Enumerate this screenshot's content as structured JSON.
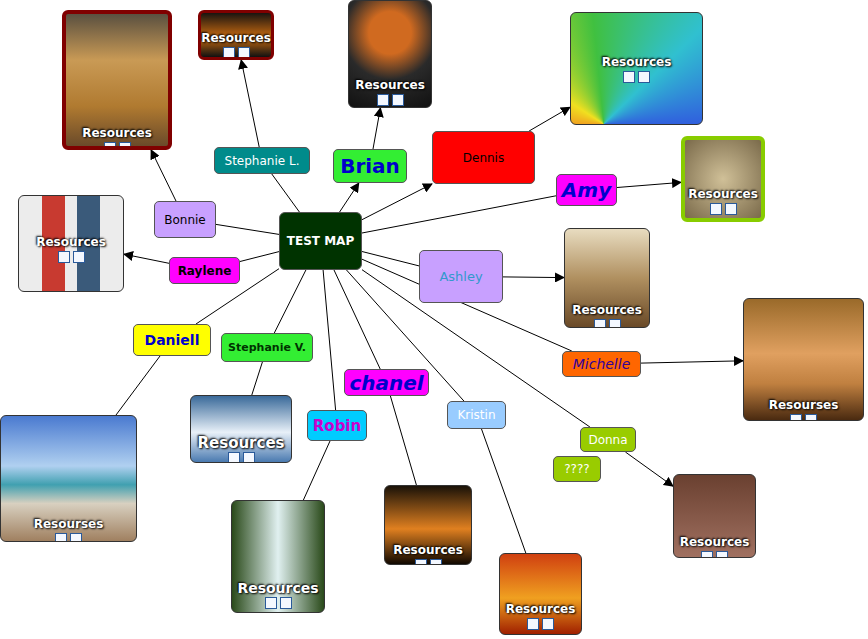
{
  "diagram": {
    "nodes": [
      {
        "text": [
          "TEST MAP"
        ]
      },
      {
        "text": [
          "Bonnie"
        ]
      },
      {
        "text": [
          "Stephanie L."
        ]
      },
      {
        "text": [
          "Brian"
        ]
      },
      {
        "text": [
          "Dennis"
        ]
      },
      {
        "text": [
          "Amy"
        ]
      },
      {
        "text": [
          "Raylene"
        ]
      },
      {
        "text": [
          "Ashley"
        ]
      },
      {
        "text": [
          "Michelle"
        ]
      },
      {
        "text": [
          "Daniell"
        ]
      },
      {
        "text": [
          "Stephanie V."
        ]
      },
      {
        "text": [
          "chanel"
        ]
      },
      {
        "text": [
          "Robin"
        ]
      },
      {
        "text": [
          "Kristin"
        ]
      },
      {
        "text": [
          "Donna"
        ]
      },
      {
        "text": [
          "????"
        ]
      },
      {
        "text": [
          "Resources"
        ]
      },
      {
        "text": [
          "Resources"
        ]
      },
      {
        "text": [
          "Resources"
        ]
      },
      {
        "text": [
          "Resources"
        ]
      },
      {
        "text": [
          "Resources"
        ]
      },
      {
        "text": [
          "Resources"
        ]
      },
      {
        "text": [
          "Resources"
        ]
      },
      {
        "text": [
          "Resourses"
        ]
      },
      {
        "text": [
          "Resourses"
        ]
      },
      {
        "text": [
          "Resources"
        ]
      },
      {
        "text": [
          "Resources"
        ]
      },
      {
        "text": [
          "Resources"
        ]
      },
      {
        "text": [
          "Resources"
        ]
      },
      {
        "text": [
          "Resources"
        ]
      }
    ],
    "edges": [
      {
        "from": 0,
        "to": 1,
        "arrow": "none"
      },
      {
        "from": 0,
        "to": 2,
        "arrow": "none"
      },
      {
        "from": 0,
        "to": 3,
        "arrow": "to"
      },
      {
        "from": 0,
        "to": 4,
        "arrow": "to"
      },
      {
        "from": 0,
        "to": 5,
        "arrow": "none"
      },
      {
        "from": 0,
        "to": 6,
        "arrow": "none"
      },
      {
        "from": 0,
        "to": 7,
        "arrow": "none"
      },
      {
        "from": 0,
        "to": 8,
        "arrow": "none"
      },
      {
        "from": 0,
        "to": 9,
        "arrow": "none"
      },
      {
        "from": 0,
        "to": 10,
        "arrow": "none"
      },
      {
        "from": 0,
        "to": 11,
        "arrow": "none"
      },
      {
        "from": 0,
        "to": 12,
        "arrow": "none"
      },
      {
        "from": 0,
        "to": 13,
        "arrow": "none"
      },
      {
        "from": 0,
        "to": 14,
        "arrow": "none"
      },
      {
        "from": 1,
        "to": 16,
        "arrow": "to"
      },
      {
        "from": 2,
        "to": 17,
        "arrow": "to"
      },
      {
        "from": 3,
        "to": 18,
        "arrow": "to"
      },
      {
        "from": 4,
        "to": 19,
        "arrow": "to"
      },
      {
        "from": 5,
        "to": 20,
        "arrow": "to"
      },
      {
        "from": 6,
        "to": 21,
        "arrow": "to"
      },
      {
        "from": 7,
        "to": 22,
        "arrow": "to"
      },
      {
        "from": 8,
        "to": 23,
        "arrow": "to"
      },
      {
        "from": 9,
        "to": 24,
        "arrow": "none"
      },
      {
        "from": 10,
        "to": 25,
        "arrow": "none"
      },
      {
        "from": 11,
        "to": 27,
        "arrow": "none"
      },
      {
        "from": 12,
        "to": 26,
        "arrow": "none"
      },
      {
        "from": 13,
        "to": 28,
        "arrow": "none"
      },
      {
        "from": 14,
        "to": 29,
        "arrow": "to"
      }
    ]
  }
}
